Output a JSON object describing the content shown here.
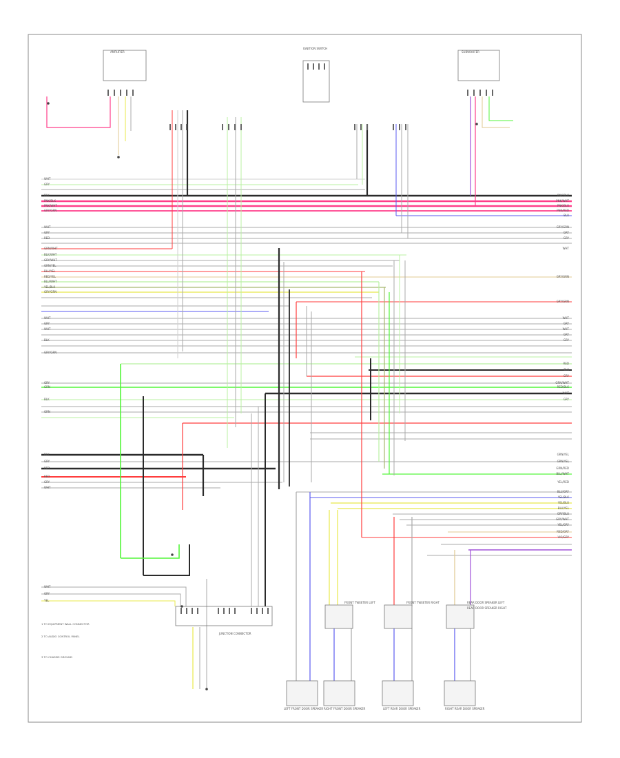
{
  "diagram": {
    "components": [
      {
        "id": "amplifier",
        "label": "AMPLIFIER"
      },
      {
        "id": "subwoofer",
        "label": "SUBWOOFER"
      },
      {
        "id": "ignition-switch",
        "label": "IGNITION SWITCH"
      },
      {
        "id": "junction-connector",
        "label": "JUNCTION CONNECTOR"
      },
      {
        "id": "front-tweeter-left",
        "label": "FRONT TWEETER LEFT"
      },
      {
        "id": "front-tweeter-right",
        "label": "FRONT TWEETER RIGHT"
      },
      {
        "id": "rear-door-speaker-left",
        "label": "REAR DOOR SPEAKER LEFT"
      },
      {
        "id": "rear-door-speaker-right",
        "label": "REAR DOOR SPEAKER RIGHT"
      },
      {
        "id": "left-front-door-speaker",
        "label": "LEFT FRONT DOOR SPEAKER"
      },
      {
        "id": "right-front-door-speaker",
        "label": "RIGHT FRONT DOOR SPEAKER"
      },
      {
        "id": "left-rear-door-speaker",
        "label": "LEFT REAR DOOR SPEAKER"
      },
      {
        "id": "right-rear-door-speaker",
        "label": "RIGHT REAR DOOR SPEAKER"
      }
    ],
    "wires": {
      "left": [
        "WHT",
        "GRY",
        "BLK",
        "PNK/BLK",
        "PNK/WHT",
        "GRY/GRN",
        "WHT",
        "GRY",
        "RED",
        "GRN/WHT",
        "BLK/WHT",
        "GRY/WHT",
        "GRN/YEL",
        "BLU/YEL",
        "RED/YEL",
        "BLU/WHT",
        "YEL/BLK",
        "GRY/GRN",
        "WHT",
        "GRY",
        "WHT",
        "BLK",
        "GRY/GRN",
        "GRY",
        "GRN",
        "BLK",
        "GRN",
        "BLK",
        "GRY",
        "RED",
        "RED",
        "GRY",
        "WHT"
      ],
      "right": [
        "PNK/BLK",
        "PNK/WHT",
        "PNK/BLU",
        "PNK/RED",
        "BLU",
        "GRY/GRN",
        "GRY",
        "GRY",
        "WHT",
        "GRY/GRN",
        "GRY/GRN",
        "WHT",
        "GRY",
        "WHT",
        "GRY",
        "GRY",
        "RED",
        "BLK",
        "GRY",
        "GRN/WHT",
        "RED/BLK",
        "WHT",
        "GRY",
        "GRN/YEL",
        "GRN/YEL",
        "GRN/RED",
        "BLU/WHT",
        "YEL/RED",
        "BLU/GRY",
        "YEL/BLK",
        "YEL/BLU",
        "BLU/YEL",
        "GRY/BLU",
        "GRY/WHT",
        "YEL/GRY",
        "RED/GRY",
        "VIO/GRY"
      ],
      "bottom": [
        "WHT",
        "GRY",
        "YEL"
      ]
    },
    "notes": [
      "1  TO EQUIPMENT WALL CONNECTOR",
      "2  TO AUDIO CONTROL PANEL",
      "3  TO CHASSIS GROUND"
    ],
    "colors": {
      "BLK": "#2a2a2a",
      "GRY": "#a8a8a8",
      "WHT": "#d0d0d0",
      "PNK": "#ff3d8a",
      "RED": "#ff3b3b",
      "GRN": "#53f53a",
      "LGRN": "#b8f0a0",
      "YEL": "#e8e84a",
      "BLU": "#5a5af0",
      "VIO": "#a050d8",
      "ORN": "#ff9a40",
      "TAN": "#e0c890",
      "OLV": "#a8b870",
      "BRN": "#c08050"
    }
  }
}
